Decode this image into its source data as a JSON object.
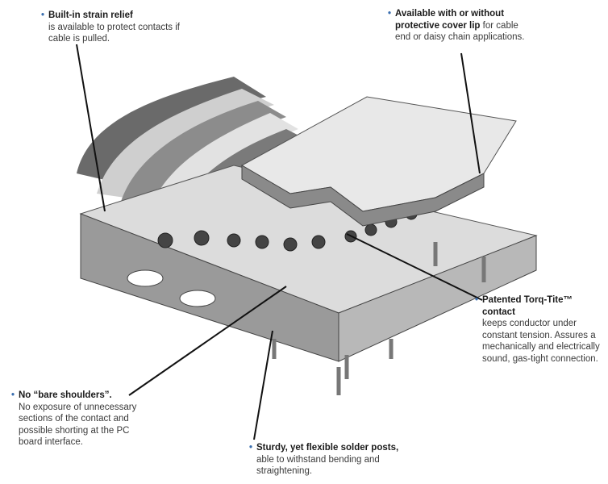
{
  "callouts": [
    {
      "title": "Built-in strain relief",
      "body": "is available to protect contacts if cable is pulled."
    },
    {
      "title": "Available with or without protective cover lip",
      "title_suffix": " for",
      "body": "cable end or daisy chain applications."
    },
    {
      "title": "Patented Torq-Tite™ contact",
      "body": "keeps conductor under constant tension. Assures a mechanically and electrically sound, gas-tight connection."
    },
    {
      "title": "No “bare shoulders”.",
      "body": "No exposure of unnecessary sections of the contact and possible shorting at the PC board interface."
    },
    {
      "title": "Sturdy, yet flexible solder posts,",
      "body": "able to withstand bending and straightening."
    }
  ],
  "colors": {
    "bullet": "#3b6fb0",
    "block_top": "#dcdcdc",
    "block_front": "#9a9a9a",
    "block_side": "#b8b8b8"
  }
}
